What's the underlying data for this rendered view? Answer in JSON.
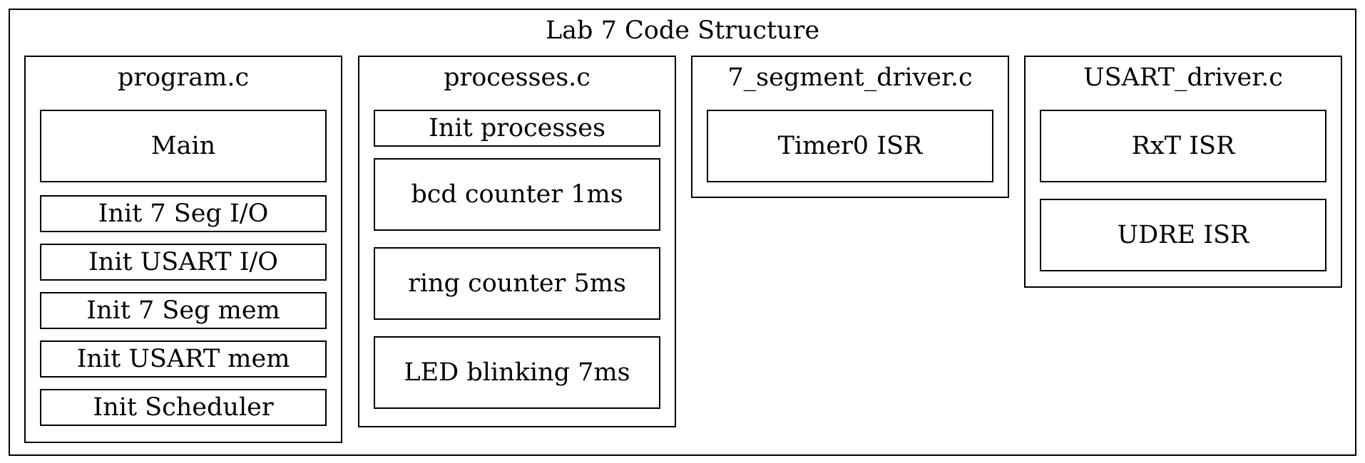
{
  "diagram": {
    "title": "Lab 7 Code Structure",
    "clusters": [
      {
        "label": "program.c",
        "nodes": [
          "Main",
          "Init 7 Seg I/O",
          "Init USART I/O",
          "Init 7 Seg mem",
          "Init USART mem",
          "Init Scheduler"
        ]
      },
      {
        "label": "processes.c",
        "nodes": [
          "Init processes",
          "bcd counter 1ms",
          "ring counter 5ms",
          "LED blinking 7ms"
        ]
      },
      {
        "label": "7_segment_driver.c",
        "nodes": [
          "Timer0 ISR"
        ]
      },
      {
        "label": "USART_driver.c",
        "nodes": [
          "RxT ISR",
          "UDRE ISR"
        ]
      }
    ]
  }
}
